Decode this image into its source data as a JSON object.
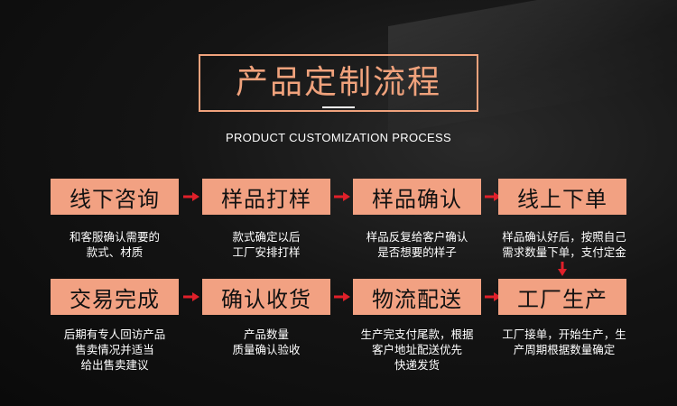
{
  "title": "产品定制流程",
  "subtitle": "PRODUCT CUSTOMIZATION PROCESS",
  "colors": {
    "accent": "#f2a182",
    "arrow": "#e0202a"
  },
  "steps": [
    {
      "label": "线下咨询",
      "desc_lines": [
        "和客服确认需要的",
        "款式、材质"
      ]
    },
    {
      "label": "样品打样",
      "desc_lines": [
        "款式确定以后",
        "工厂安排打样"
      ]
    },
    {
      "label": "样品确认",
      "desc_lines": [
        "样品反复给客户确认",
        "是否想要的样子"
      ]
    },
    {
      "label": "线上下单",
      "desc_lines": [
        "样品确认好后，按照自己",
        "需求数量下单，支付定金"
      ]
    },
    {
      "label": "交易完成",
      "desc_lines": [
        "后期有专人回访产品",
        "售卖情况并适当",
        "给出售卖建议"
      ]
    },
    {
      "label": "确认收货",
      "desc_lines": [
        "产品数量",
        "质量确认验收"
      ]
    },
    {
      "label": "物流配送",
      "desc_lines": [
        "生产完支付尾款，根据",
        "客户地址配送优先",
        "快递发货"
      ]
    },
    {
      "label": "工厂生产",
      "desc_lines": [
        "工厂接单，开始生产，生",
        "产周期根据数量确定"
      ]
    }
  ]
}
